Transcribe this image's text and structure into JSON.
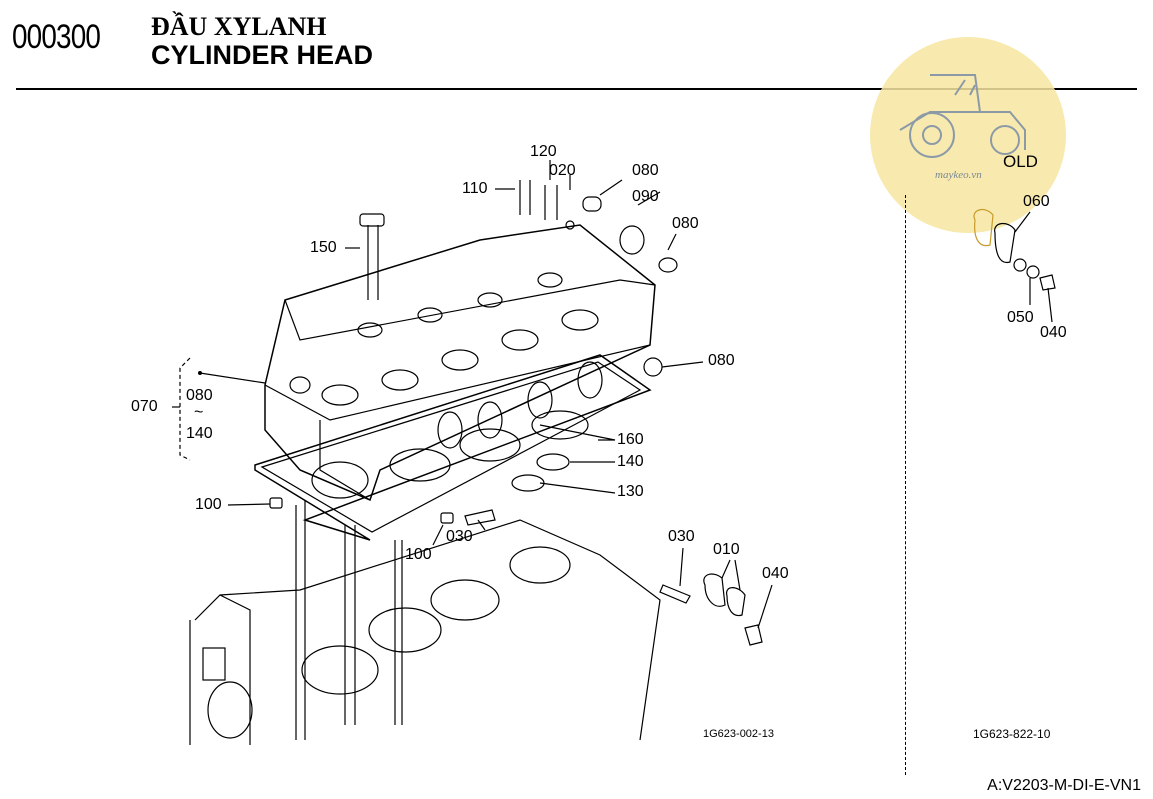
{
  "header": {
    "code": "000300",
    "title_vi": "ĐẦU XYLANH",
    "title_en": "CYLINDER HEAD"
  },
  "watermark": {
    "text": "maykeo.vn",
    "icon": "tractor-icon",
    "color": "#f7e6a0"
  },
  "labels": {
    "p150": "150",
    "p110": "110",
    "p120": "120",
    "p020": "020",
    "p080a": "080",
    "p090": "090",
    "p080b": "080",
    "p080c": "080",
    "p070": "070",
    "p080d": "080",
    "tilde": "~",
    "p140a": "140",
    "p160": "160",
    "p140b": "140",
    "p130": "130",
    "p100a": "100",
    "p100b": "100",
    "p030a": "030",
    "p030b": "030",
    "p010": "010",
    "p040a": "040",
    "p060": "060",
    "p050": "050",
    "p040b": "040",
    "old": "OLD"
  },
  "refs": {
    "main": "1G623-002-13",
    "side": "1G623-822-10"
  },
  "footer": {
    "code": "A:V2203-M-DI-E-VN1"
  }
}
